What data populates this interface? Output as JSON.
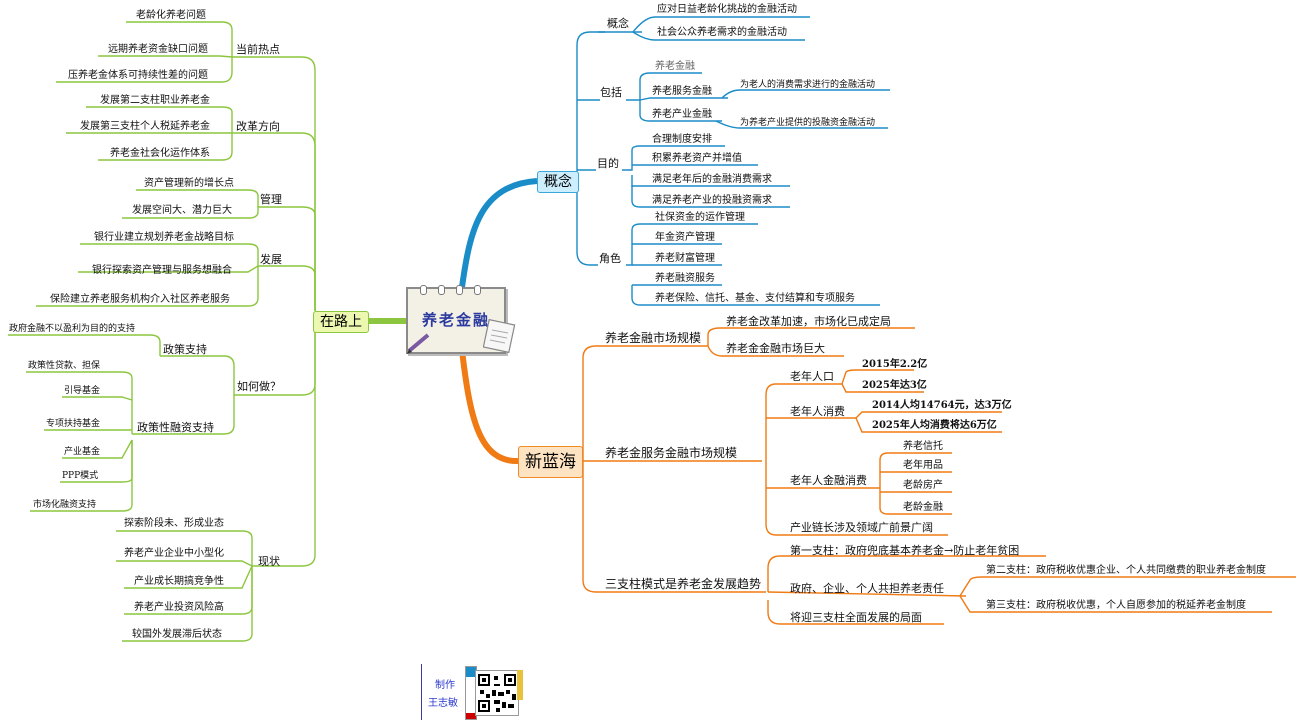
{
  "center": {
    "title": "养老金融"
  },
  "topics": {
    "gainian": "概念",
    "lanhai": "新蓝海",
    "lushang": "在路上"
  },
  "gainian": {
    "gn": {
      "label": "概念",
      "items": [
        "应对日益老龄化挑战的金融活动",
        "社会公众养老需求的金融活动"
      ]
    },
    "bk": {
      "label": "包括",
      "items": [
        "养老金融",
        "养老服务金融",
        "养老产业金融"
      ],
      "notes": [
        "为老人的消费需求进行的金融活动",
        "为养老产业提供的投融资金融活动"
      ]
    },
    "md": {
      "label": "目的",
      "items": [
        "合理制度安排",
        "积累养老资产并增值",
        "满足老年后的金融消费需求",
        "满足养老产业的投融资需求"
      ]
    },
    "js": {
      "label": "角色",
      "items": [
        "社保资金的运作管理",
        "年金资产管理",
        "养老财富管理",
        "养老融资服务",
        "养老保险、信托、基金、支付结算和专项服务"
      ]
    }
  },
  "lanhai": {
    "sc": {
      "label": "养老金融市场规模",
      "items": [
        "养老金改革加速，市场化已成定局",
        "养老金金融市场巨大"
      ]
    },
    "fw": {
      "label": "养老金服务金融市场规模",
      "rk": {
        "label": "老年人口",
        "items": [
          "2015年2.2亿",
          "2025年达3亿"
        ]
      },
      "xf": {
        "label": "老年人消费",
        "items": [
          "2014人均14764元，达3万亿",
          "2025年人均消费将达6万亿"
        ]
      },
      "jr": {
        "label": "老年人金融消费",
        "items": [
          "养老信托",
          "老年用品",
          "老龄房产",
          "老龄金融"
        ]
      },
      "cy": "产业链长涉及领域广前景广阔"
    },
    "sz": {
      "label": "三支柱模式是养老金发展趋势",
      "p1": "第一支柱：政府兜底基本养老金→防止老年贫困",
      "zr": {
        "label": "政府、企业、个人共担养老责任",
        "items": [
          "第二支柱：政府税收优惠企业、个人共同缴费的职业养老金制度",
          "第三支柱：政府税收优惠，个人自愿参加的税延养老金制度"
        ]
      },
      "p3": "将迎三支柱全面发展的局面"
    }
  },
  "lushang": {
    "rd": {
      "label": "当前热点",
      "items": [
        "老龄化养老问题",
        "远期养老资金缺口问题",
        "压养老金体系可持续性差的问题"
      ]
    },
    "gg": {
      "label": "改革方向",
      "items": [
        "发展第二支柱职业养老金",
        "发展第三支柱个人税延养老金",
        "养老金社会化运作体系"
      ]
    },
    "gl": {
      "label": "管理",
      "items": [
        "资产管理新的增长点",
        "发展空间大、潜力巨大"
      ]
    },
    "fz": {
      "label": "发展",
      "items": [
        "银行业建立规划养老金战略目标",
        "银行探索资产管理与服务想融合",
        "保险建立养老服务机构介入社区养老服务"
      ]
    },
    "hz": {
      "label": "如何做？",
      "zc": {
        "label": "政策支持",
        "items": [
          "政府金融不以盈利为目的的支持"
        ]
      },
      "rz": {
        "label": "政策性融资支持",
        "items": [
          "政策性贷款、担保",
          "引导基金",
          "专项扶持基金",
          "产业基金",
          "PPP模式",
          "市场化融资支持"
        ]
      }
    },
    "xz": {
      "label": "现状",
      "items": [
        "探索阶段未、形成业态",
        "养老产业企业中小型化",
        "产业成长期搞竞争性",
        "养老产业投资风险高",
        "较国外发展滞后状态"
      ]
    }
  },
  "credit": {
    "line1": "制作",
    "line2": "王志敏"
  },
  "colors": {
    "blue": "#1a8cc8",
    "orange": "#f07a14",
    "green": "#8cc63f"
  }
}
